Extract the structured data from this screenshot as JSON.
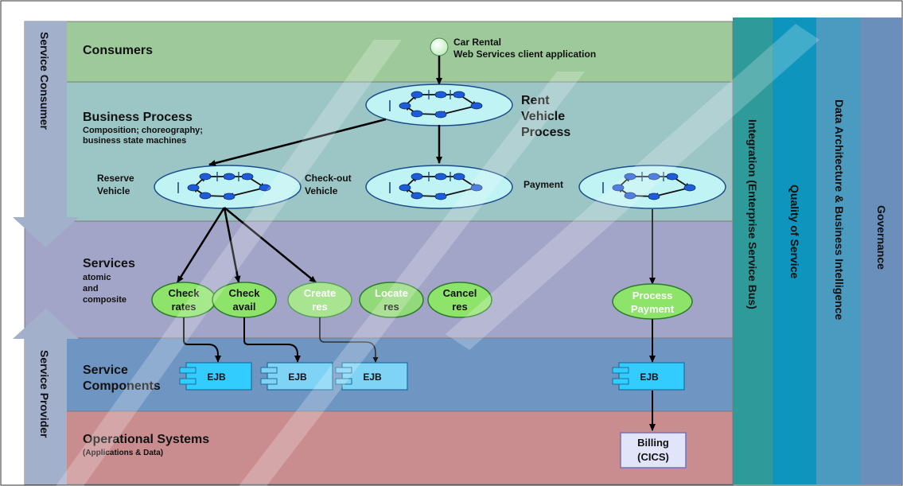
{
  "layers": {
    "consumers": "Consumers",
    "business_process": "Business Process",
    "business_process_sub": [
      "Composition; choreography;",
      "business state machines"
    ],
    "services": "Services",
    "services_sub": [
      "atomic",
      "and",
      "composite"
    ],
    "service_components": [
      "Service",
      "Components"
    ],
    "operational_systems": "Operational Systems",
    "operational_systems_sub": "(Applications & Data)"
  },
  "side_labels": {
    "consumer": "Service Consumer",
    "provider": "Service Provider"
  },
  "columns": {
    "integration": "Integration (Enterprise Service Bus)",
    "quality": "Quality of Service",
    "data_arch": "Data Architecture & Business Intelligence",
    "governance": "Governance"
  },
  "client": [
    "Car Rental",
    "Web Services client application"
  ],
  "processes": {
    "rent": [
      "Rent",
      "Vehicle",
      "Process"
    ],
    "reserve": [
      "Reserve",
      "Vehicle"
    ],
    "checkout": [
      "Check-out",
      "Vehicle"
    ],
    "payment": "Payment"
  },
  "services": {
    "check_rates": [
      "Check",
      "rates"
    ],
    "check_avail": [
      "Check",
      "avail"
    ],
    "create_res": [
      "Create",
      "res"
    ],
    "locate_res": [
      "Locate",
      "res"
    ],
    "cancel_res": [
      "Cancel",
      "res"
    ],
    "process_payment": [
      "Process",
      "Payment"
    ]
  },
  "ejb_label": "EJB",
  "billing": [
    "Billing",
    "(CICS)"
  ],
  "colors": {
    "consumers_band": "#9ec99a",
    "bp_band": "#9cc5c6",
    "services_band": "#a3a5c8",
    "components_band": "#6f96c3",
    "ops_band": "#c98d90",
    "integration_col": "#2f9a9a",
    "quality_col": "#0e95bd",
    "data_col": "#4b9ac0",
    "governance_col": "#6a8fba",
    "service_oval": "#8ee36a",
    "ejb": "#33ccff",
    "process_oval": "#bff3f4"
  }
}
